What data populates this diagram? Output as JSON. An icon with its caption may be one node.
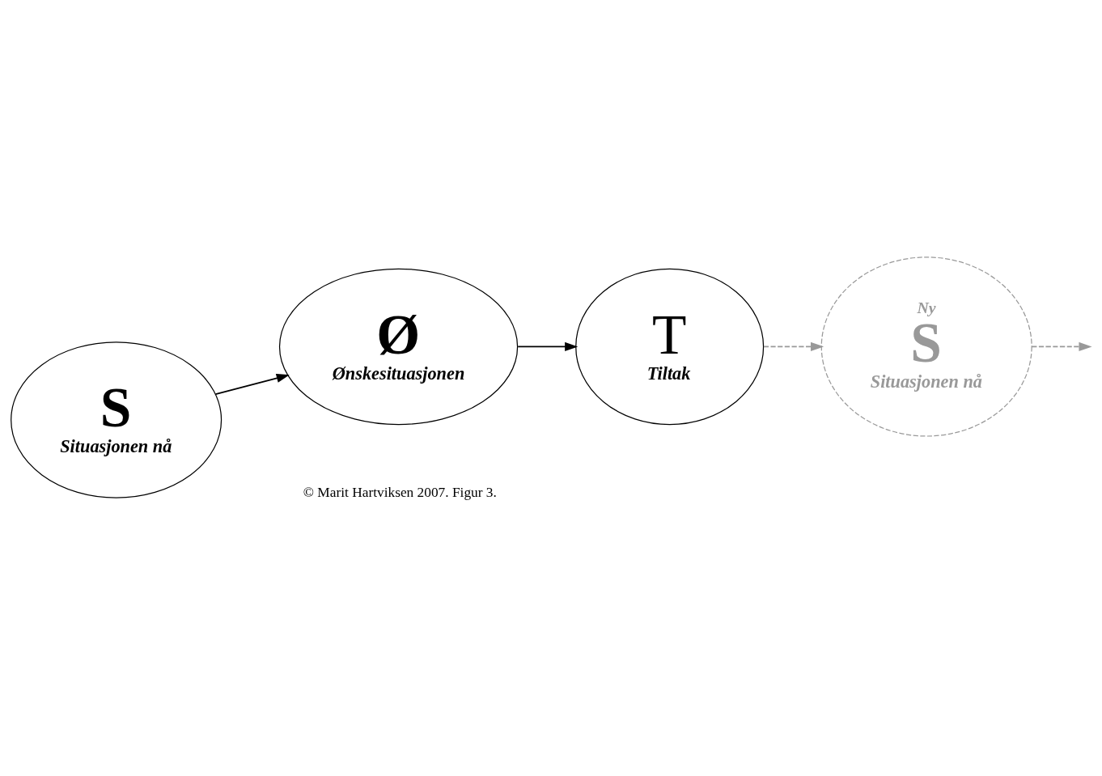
{
  "diagram": {
    "nodes": [
      {
        "text": [
          "S",
          "Situasjonen nå"
        ]
      },
      {
        "text": [
          "Ø",
          "Ønskesituasjonen"
        ]
      },
      {
        "text": [
          "T",
          "Tiltak"
        ]
      },
      {
        "text": [
          "Ny",
          "S",
          "Situasjonen nå"
        ]
      }
    ],
    "edges": [
      {
        "from": 0,
        "to": 1,
        "arrow": "to"
      },
      {
        "from": 1,
        "to": 2,
        "arrow": "to"
      },
      {
        "from": 2,
        "to": 3,
        "arrow": "to",
        "style": "dashed",
        "color": "#999999"
      },
      {
        "from": 3,
        "to": null,
        "arrow": "to",
        "style": "dashed",
        "color": "#999999"
      }
    ],
    "labels": [
      "© Marit Hartviksen 2007. Figur 3."
    ]
  }
}
